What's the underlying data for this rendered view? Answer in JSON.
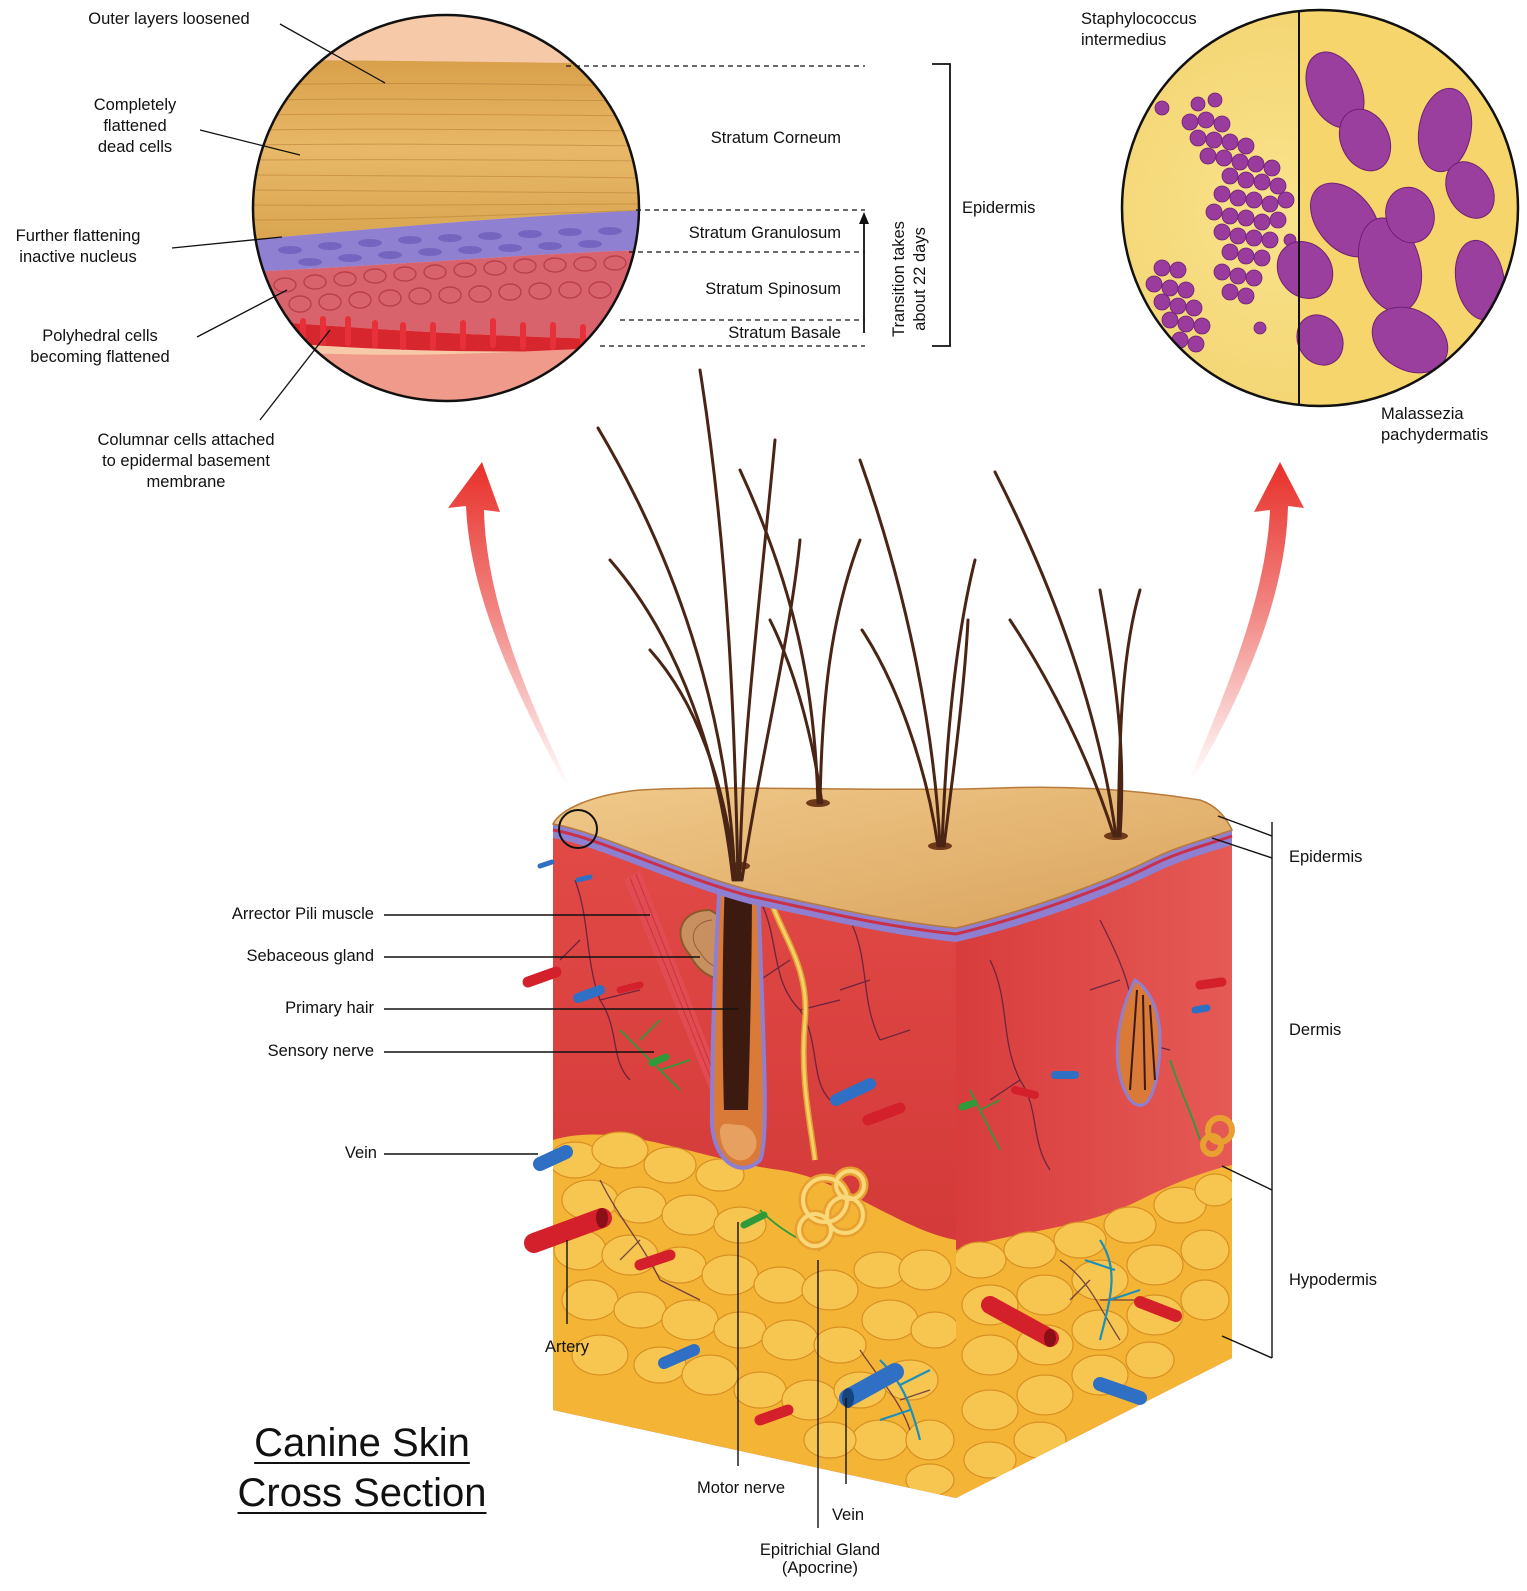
{
  "title": {
    "line1": "Canine Skin",
    "line2": "Cross Section"
  },
  "epidermis_detail": {
    "labels_left": {
      "outer_layers": "Outer layers loosened",
      "flattened_dead": "Completely\nflattened\ndead cells",
      "further_flattening": "Further flattening\ninactive nucleus",
      "polyhedral": "Polyhedral cells\nbecoming flattened",
      "columnar": "Columnar cells attached\nto epidermal basement\nmembrane"
    },
    "strata": {
      "corneum": "Stratum Corneum",
      "granulosum": "Stratum Granulosum",
      "spinosum": "Stratum Spinosum",
      "basale": "Stratum Basale"
    },
    "transition": "Transition takes\nabout 22 days",
    "epidermis": "Epidermis"
  },
  "microbes": {
    "staph": "Staphylococcus\nintermedius",
    "malassezia": "Malassezia\npachydermatis"
  },
  "block_labels": {
    "arrector": "Arrector Pili muscle",
    "sebaceous": "Sebaceous gland",
    "primary_hair": "Primary hair",
    "sensory_nerve": "Sensory nerve",
    "vein_left": "Vein",
    "artery": "Artery",
    "motor_nerve": "Motor nerve",
    "vein_bottom": "Vein",
    "epitrichial": "Epitrichial Gland\n(Apocrine)",
    "epidermis": "Epidermis",
    "dermis": "Dermis",
    "hypodermis": "Hypodermis"
  },
  "colors": {
    "dermis": "#d93b3b",
    "fat": "#f2b233",
    "skin_top": "#e8b874",
    "corneum": "#e2b560",
    "granulosum": "#8f7fd0",
    "spinosum": "#d45a66",
    "hair": "#4a2414",
    "artery": "#d4202a",
    "vein": "#2f6fc4",
    "nerve": "#2e9a3a",
    "pointer_arrow": "#e8302a",
    "microbe_bg": "#f5dc7a",
    "microbe": "#9a3c9e"
  }
}
